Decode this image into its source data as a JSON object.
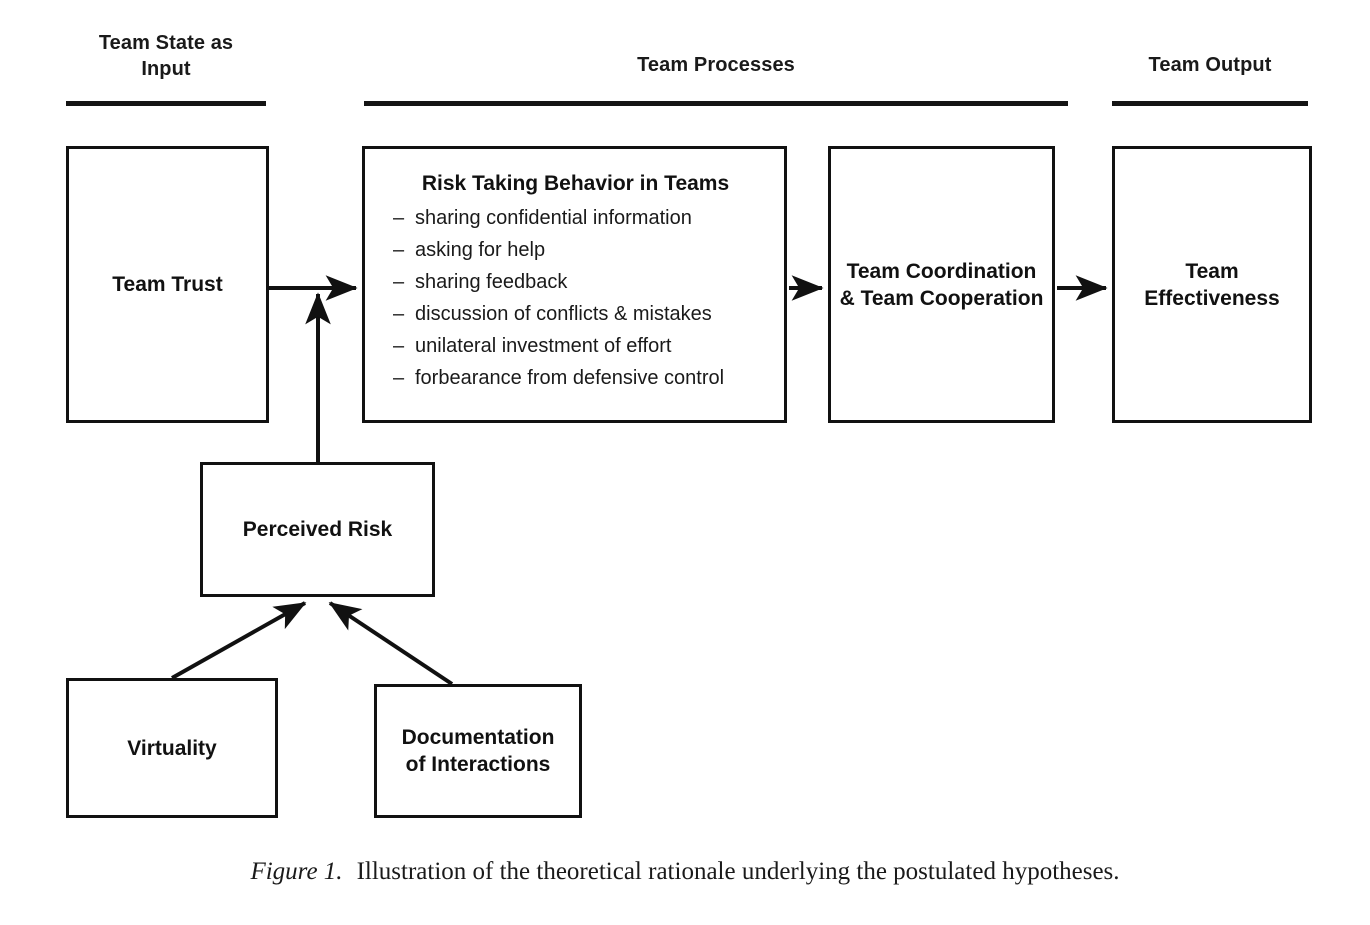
{
  "figure": {
    "sections": [
      {
        "id": "input",
        "label": "Team State as\nInput",
        "label_line1": "Team State as",
        "label_line2": "Input"
      },
      {
        "id": "processes",
        "label": "Team Processes"
      },
      {
        "id": "output",
        "label": "Team Output"
      }
    ],
    "headers": {
      "input_line1": "Team State as",
      "input_line2": "Input",
      "processes": "Team Processes",
      "output": "Team Output"
    },
    "boxes": {
      "team_trust": {
        "title": "Team Trust"
      },
      "risk": {
        "heading": "Risk Taking Behavior in Teams",
        "items": [
          "sharing confidential information",
          "asking for help",
          "sharing feedback",
          "discussion of conflicts & mistakes",
          "unilateral investment of effort",
          "forbearance from defensive control"
        ],
        "bullet": "–"
      },
      "coordination": {
        "line1": "Team Coordination",
        "line2": "& Team Cooperation"
      },
      "effectiveness": {
        "line1": "Team",
        "line2": "Effectiveness"
      },
      "perceived_risk": {
        "title": "Perceived Risk"
      },
      "virtuality": {
        "title": "Virtuality"
      },
      "documentation": {
        "line1": "Documentation",
        "line2": "of Interactions"
      }
    },
    "caption": {
      "label": "Figure 1.",
      "text": "Illustration of the theoretical rationale underlying the postulated hypotheses."
    },
    "colors": {
      "ink": "#111111",
      "background": "#ffffff",
      "rule": "#141414"
    }
  }
}
